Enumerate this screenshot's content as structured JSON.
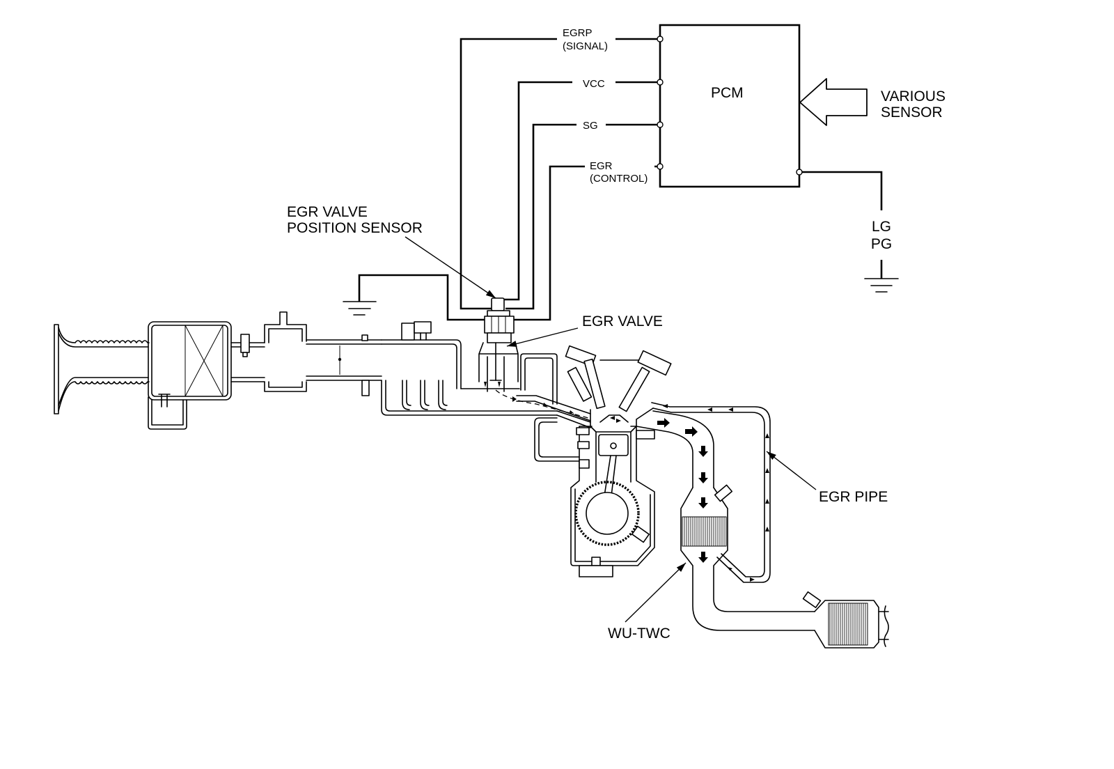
{
  "wiring": {
    "egrp_signal": {
      "line1": "EGRP",
      "line2": "(SIGNAL)"
    },
    "vcc": "VCC",
    "sg": "SG",
    "egr_control": {
      "line1": "EGR",
      "line2": "(CONTROL)"
    }
  },
  "pcm": "PCM",
  "various_sensor": {
    "line1": "VARIOUS",
    "line2": "SENSOR"
  },
  "pcm_ground": {
    "line1": "LG",
    "line2": "PG"
  },
  "callouts": {
    "egr_valve_position_sensor": {
      "line1": "EGR VALVE",
      "line2": "POSITION SENSOR"
    },
    "egr_valve": "EGR VALVE",
    "egr_pipe": "EGR PIPE",
    "wu_twc": "WU-TWC"
  }
}
